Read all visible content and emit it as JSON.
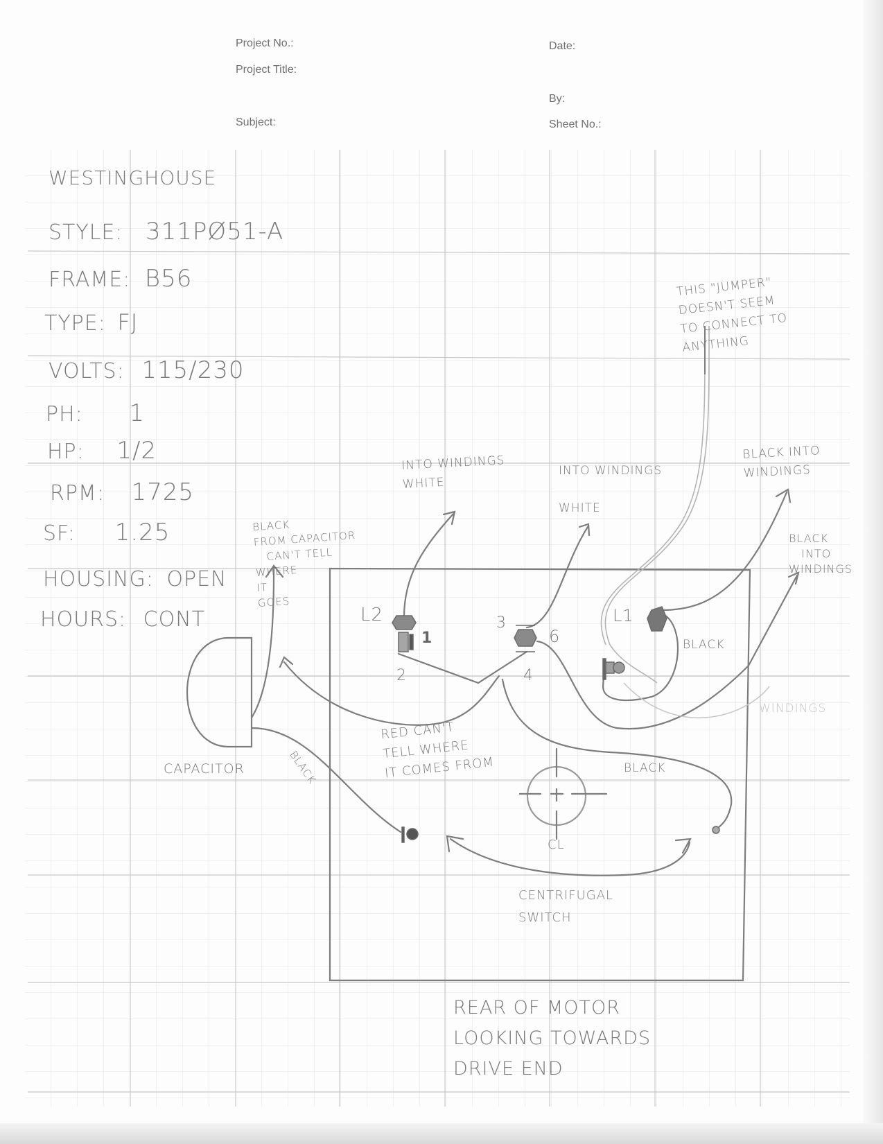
{
  "header": {
    "project_no_label": "Project No.:",
    "project_title_label": "Project Title:",
    "subject_label": "Subject:",
    "date_label": "Date:",
    "by_label": "By:",
    "sheet_no_label": "Sheet No.:"
  },
  "specs": {
    "manufacturer": "WESTINGHOUSE",
    "rows": [
      {
        "label": "STYLE:",
        "value": "311PØ51-A"
      },
      {
        "label": "FRAME:",
        "value": "B56"
      },
      {
        "label": "TYPE:",
        "value": "FJ"
      },
      {
        "label": "VOLTS:",
        "value": "115/230"
      },
      {
        "label": "PH:",
        "value": "1"
      },
      {
        "label": "HP:",
        "value": "1/2"
      },
      {
        "label": "RPM:",
        "value": "1725"
      },
      {
        "label": "SF:",
        "value": "1.25"
      },
      {
        "label": "HOUSING:",
        "value": "OPEN"
      },
      {
        "label": "HOURS:",
        "value": "CONT"
      }
    ]
  },
  "diagram": {
    "jumper_note": "THIS \"JUMPER\"\nDOESN'T SEEM\nTO CONNECT TO\nANYTHING",
    "into_windings_white_1": "INTO WINDINGS\nWHITE",
    "into_windings_white_2": "INTO WINDINGS\n\nWHITE",
    "black_into_windings_1": "BLACK INTO\nWINDINGS",
    "black_into_windings_2": "BLACK\n   INTO\nWINDINGS",
    "black_from_capacitor": "BLACK\nFROM CAPACITOR\n   CAN'T TELL\nWHERE\nIT\nGOES",
    "terminals": {
      "l2": "L2",
      "t1": "1",
      "t2": "2",
      "t3": "3",
      "t4": "4",
      "t6": "6",
      "l1": "L1"
    },
    "black_label_l1": "BLACK",
    "capacitor_label": "CAPACITOR",
    "black_label_cap": "BLACK",
    "red_note": "RED CAN'T\nTELL WHERE\nIT COMES FROM",
    "black_label_switch": "BLACK",
    "centerline_label": "CL",
    "centrifugal_label": "CENTRIFUGAL\nSWITCH",
    "faint_windings": "WINDINGS",
    "caption": "REAR OF MOTOR\nLOOKING TOWARDS\nDRIVE END"
  }
}
